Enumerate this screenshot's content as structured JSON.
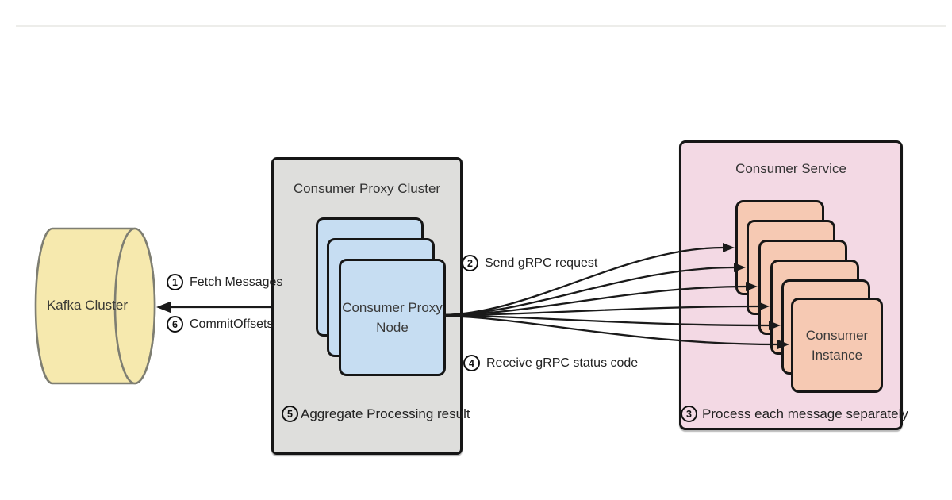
{
  "kafka": {
    "label": "Kafka Cluster"
  },
  "proxy_cluster": {
    "title": "Consumer Proxy Cluster",
    "node_line1": "Consumer Proxy",
    "node_line2": "Node",
    "step5_number": "5",
    "step5_text": "Aggregate Processing result"
  },
  "consumer_service": {
    "title": "Consumer Service",
    "instance_line1": "Consumer",
    "instance_line2": "Instance",
    "step3_number": "3",
    "step3_text": "Process each message separately"
  },
  "edges": {
    "step1_number": "1",
    "step1_text": "Fetch Messages",
    "step6_number": "6",
    "step6_text": "CommitOffsets",
    "step2_number": "2",
    "step2_text": "Send gRPC request",
    "step4_number": "4",
    "step4_text": "Receive gRPC status code"
  },
  "colors": {
    "kafka_fill": "#f6e9ae",
    "kafka_stroke": "#7e7e72",
    "cluster_fill": "#dededc",
    "node_fill": "#c6ddf2",
    "service_fill": "#f3d9e4",
    "instance_fill": "#f6c9b3",
    "line": "#1a1a1a",
    "border": "#161616"
  }
}
